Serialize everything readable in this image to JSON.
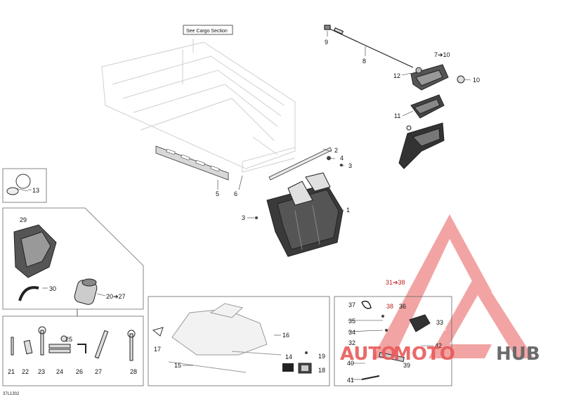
{
  "cargo_note": "See Cargo Section",
  "figure_ref": "37L1302",
  "callouts": {
    "c1": "1",
    "c2": "2",
    "c3a": "3",
    "c3b": "3",
    "c4": "4",
    "c5": "5",
    "c6": "6",
    "c7_10": "7➔10",
    "c8": "8",
    "c9": "9",
    "c10": "10",
    "c11": "11",
    "c12": "12",
    "c13": "13",
    "c14": "14",
    "c15": "15",
    "c16": "16",
    "c17": "17",
    "c18": "18",
    "c19": "19",
    "c20_27": "20➔27",
    "c21": "21",
    "c22": "22",
    "c23": "23",
    "c24": "24",
    "c25": "25",
    "c26": "26",
    "c27": "27",
    "c28": "28",
    "c29": "29",
    "c30": "30",
    "c31_38": "31➔38",
    "c32": "32",
    "c33": "33",
    "c34": "34",
    "c35": "35",
    "c36": "36",
    "c37": "37",
    "c38": "38",
    "c39": "39",
    "c40": "40",
    "c41": "41",
    "c42": "42"
  },
  "watermark": {
    "part1": "AUTO",
    "part2": "MOTO",
    "part3": "HUB",
    "accent": "#e85a5a",
    "gray": "#6b6b6b"
  }
}
